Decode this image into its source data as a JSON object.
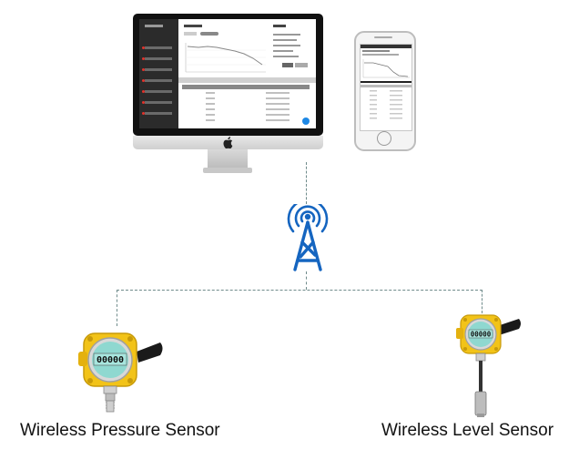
{
  "labels": {
    "pressure_sensor": "Wireless Pressure Sensor",
    "level_sensor": "Wireless Level Sensor"
  },
  "sensor_display": {
    "digits": "00000"
  },
  "icons": {
    "computer": "imac-computer-icon",
    "phone": "smartphone-icon",
    "tower": "wireless-tower-icon",
    "pressure_sensor": "pressure-sensor-icon",
    "level_sensor": "level-sensor-icon"
  },
  "colors": {
    "tower": "#1565c0",
    "connector": "#6f8b8b",
    "sensor_body": "#f2c318",
    "sensor_lcd": "#8fd8d0",
    "antenna": "#1a1a1a"
  }
}
